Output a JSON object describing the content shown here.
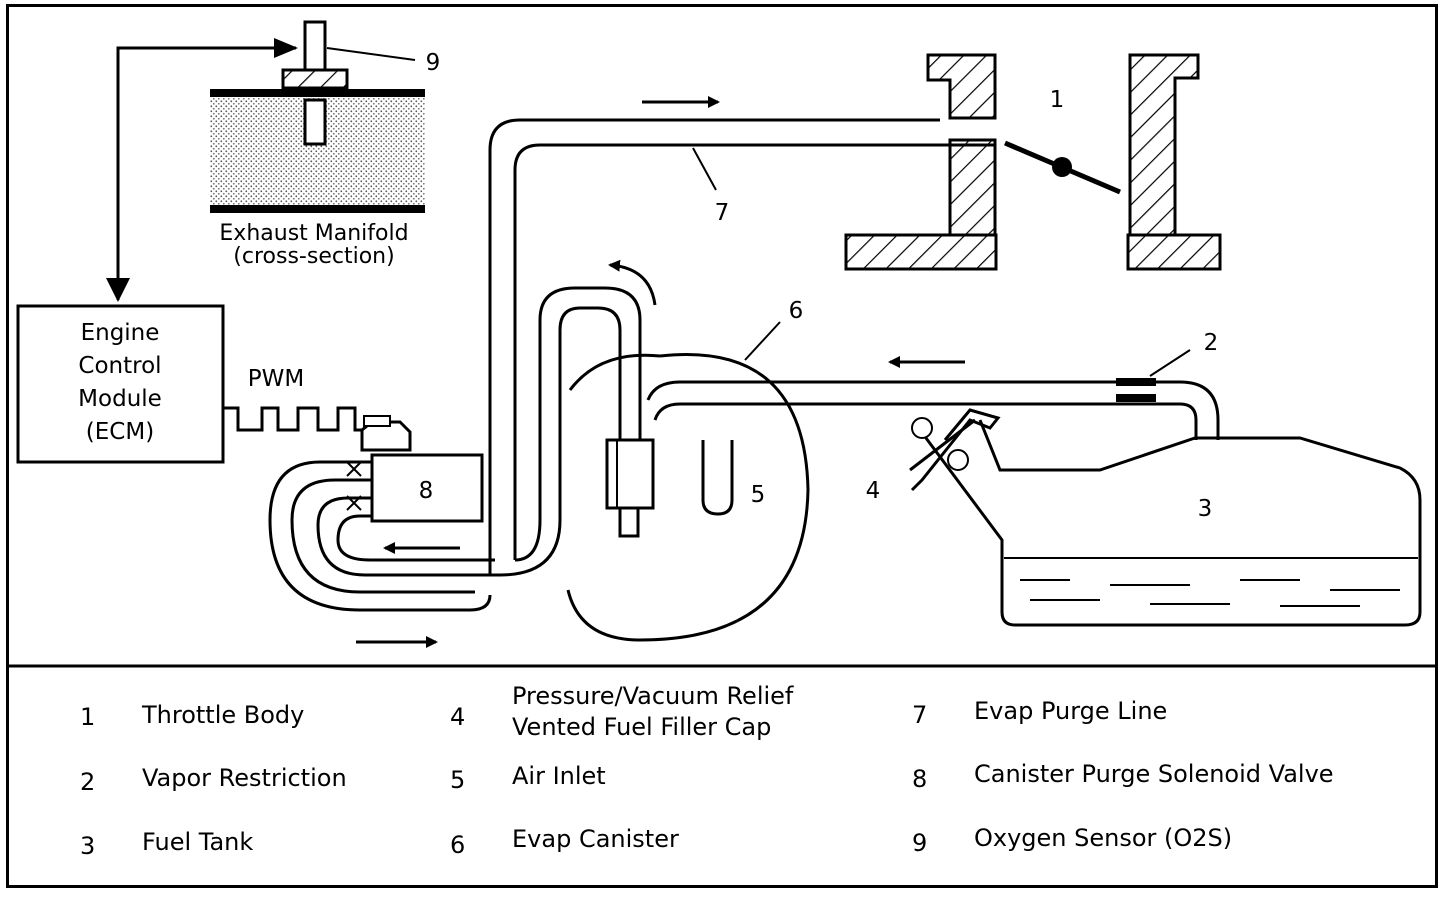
{
  "diagram": {
    "components": {
      "ecm": {
        "lines": [
          "Engine",
          "Control",
          "Module",
          "(ECM)"
        ]
      },
      "pwm_label": "PWM",
      "exhaust_label": [
        "Exhaust Manifold",
        "(cross-section)"
      ]
    },
    "callouts": [
      {
        "id": "1",
        "text": "1"
      },
      {
        "id": "2",
        "text": "2"
      },
      {
        "id": "3",
        "text": "3"
      },
      {
        "id": "4",
        "text": "4"
      },
      {
        "id": "5",
        "text": "5"
      },
      {
        "id": "6",
        "text": "6"
      },
      {
        "id": "7",
        "text": "7"
      },
      {
        "id": "8",
        "text": "8"
      },
      {
        "id": "9",
        "text": "9"
      }
    ]
  },
  "legend": {
    "items": [
      {
        "num": "1",
        "label": "Throttle Body"
      },
      {
        "num": "2",
        "label": "Vapor Restriction"
      },
      {
        "num": "3",
        "label": "Fuel Tank"
      },
      {
        "num": "4",
        "label": "Pressure/Vacuum Relief\nVented Fuel Filler Cap"
      },
      {
        "num": "5",
        "label": "Air Inlet"
      },
      {
        "num": "6",
        "label": "Evap Canister"
      },
      {
        "num": "7",
        "label": "Evap Purge Line"
      },
      {
        "num": "8",
        "label": "Canister Purge Solenoid Valve"
      },
      {
        "num": "9",
        "label": "Oxygen Sensor (O2S)"
      }
    ]
  }
}
